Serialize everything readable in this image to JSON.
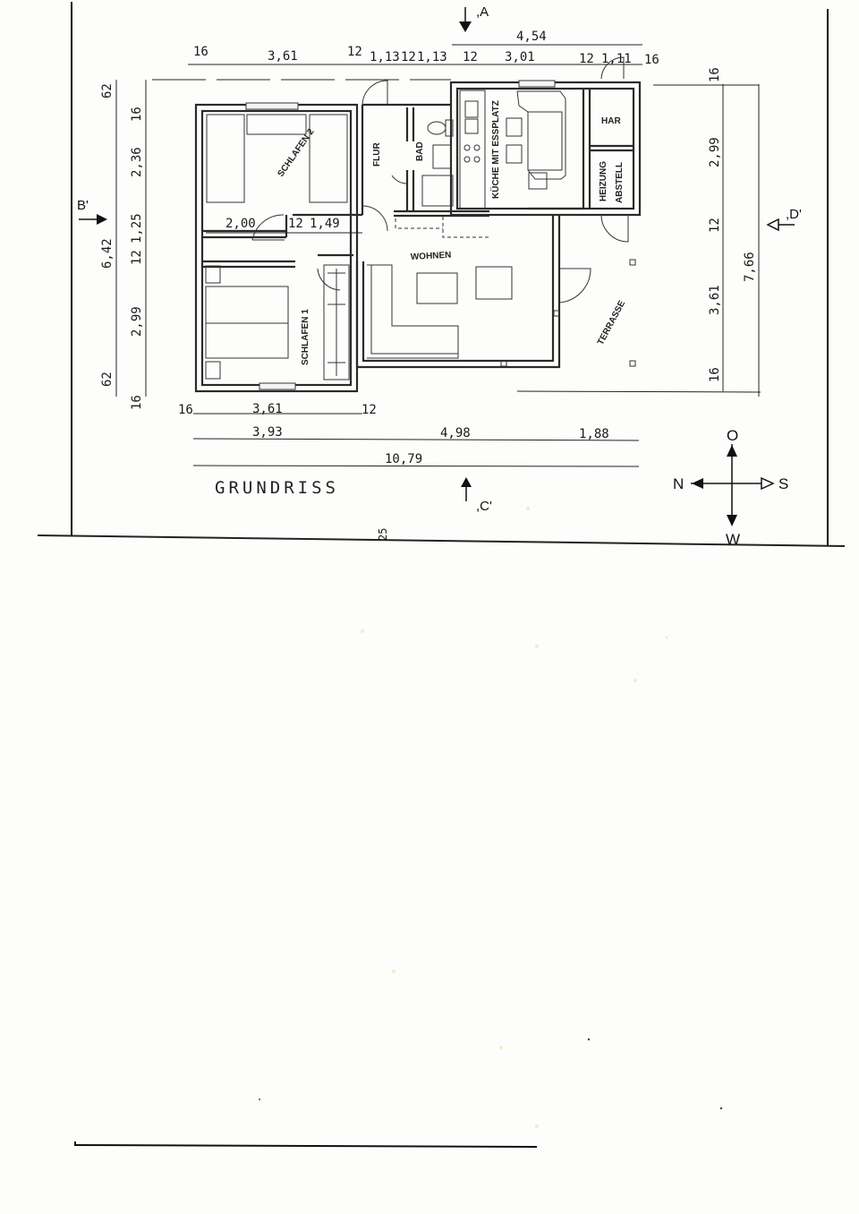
{
  "drawing": {
    "title": "GRUNDRISS",
    "scale_note": "25",
    "rooms": {
      "schlafen2": "SCHLAFEN 2",
      "schlafen1": "SCHLAFEN 1",
      "flur": "FLUR",
      "bad": "BAD",
      "kueche": "KÜCHE MIT ESSPLATZ",
      "har": "HAR",
      "heizung": "HEIZUNG",
      "abstell": "ABSTELL",
      "wohnen": "WOHNEN",
      "terrasse": "TERRASSE"
    },
    "section_markers": {
      "a": ",A",
      "b": "B'",
      "c": ",C'",
      "d": ",D'"
    },
    "compass": {
      "north": "N",
      "south": "S",
      "east": "O",
      "west": "W"
    }
  },
  "dimensions": {
    "top_row": [
      "16",
      "3,61",
      "12",
      "1,13",
      "12",
      "1,13",
      "12",
      "3,01",
      "12",
      "1,11",
      "16"
    ],
    "top_total_right": "4,54",
    "left_outer": [
      "62",
      "6,42",
      "62"
    ],
    "left_inner": [
      "16",
      "2,36",
      "1,25",
      "12",
      "2,99",
      "16"
    ],
    "interior": [
      "2,00",
      "12",
      "1,49"
    ],
    "right_inner": [
      "16",
      "2,99",
      "12",
      "3,61",
      "16"
    ],
    "right_total": "7,66",
    "bottom_row1": [
      "16",
      "3,61",
      "12"
    ],
    "bottom_row2": [
      "3,93",
      "4,98",
      "1,88"
    ],
    "bottom_total": "10,79"
  },
  "colors": {
    "paper": "#fdfdfb",
    "ink": "#2a2a2a",
    "speckle": "#e8e2a0"
  }
}
